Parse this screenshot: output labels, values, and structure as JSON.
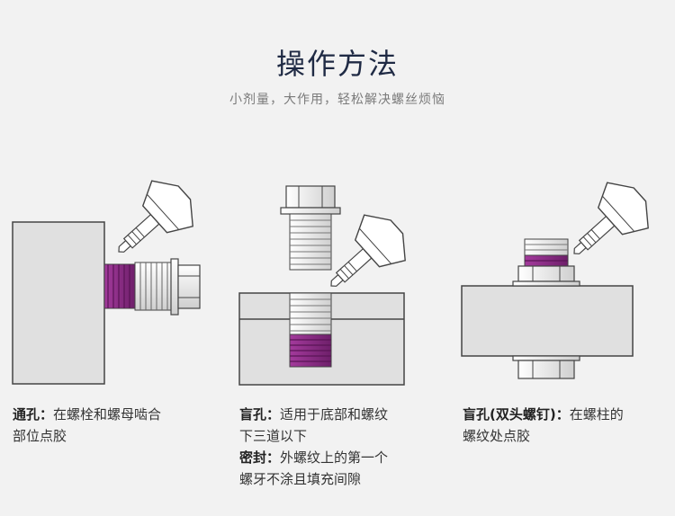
{
  "header": {
    "title": "操作方法",
    "subtitle": "小剂量，大作用，轻松解决螺丝烦恼"
  },
  "colors": {
    "glue": "#8b2c86",
    "metal_light": "#ffffff",
    "metal_shade": "#d9d9d9",
    "block": "#e0e0e0",
    "line": "#444444"
  },
  "captions": {
    "through_hole": {
      "label": "通孔：",
      "text_1": "在螺栓和螺母啮合",
      "text_2": "部位点胶"
    },
    "blind_hole": {
      "label": "盲孔：",
      "text_1": "适用于底部和螺纹",
      "text_2": "下三道以下",
      "seal_label": "密封：",
      "seal_text_1": "外螺纹上的第一个",
      "seal_text_2": "螺牙不涂且填充间隙"
    },
    "stud": {
      "label": "盲孔(双头螺钉)：",
      "text_1": "在螺柱的",
      "text_2": "螺纹处点胶"
    }
  }
}
